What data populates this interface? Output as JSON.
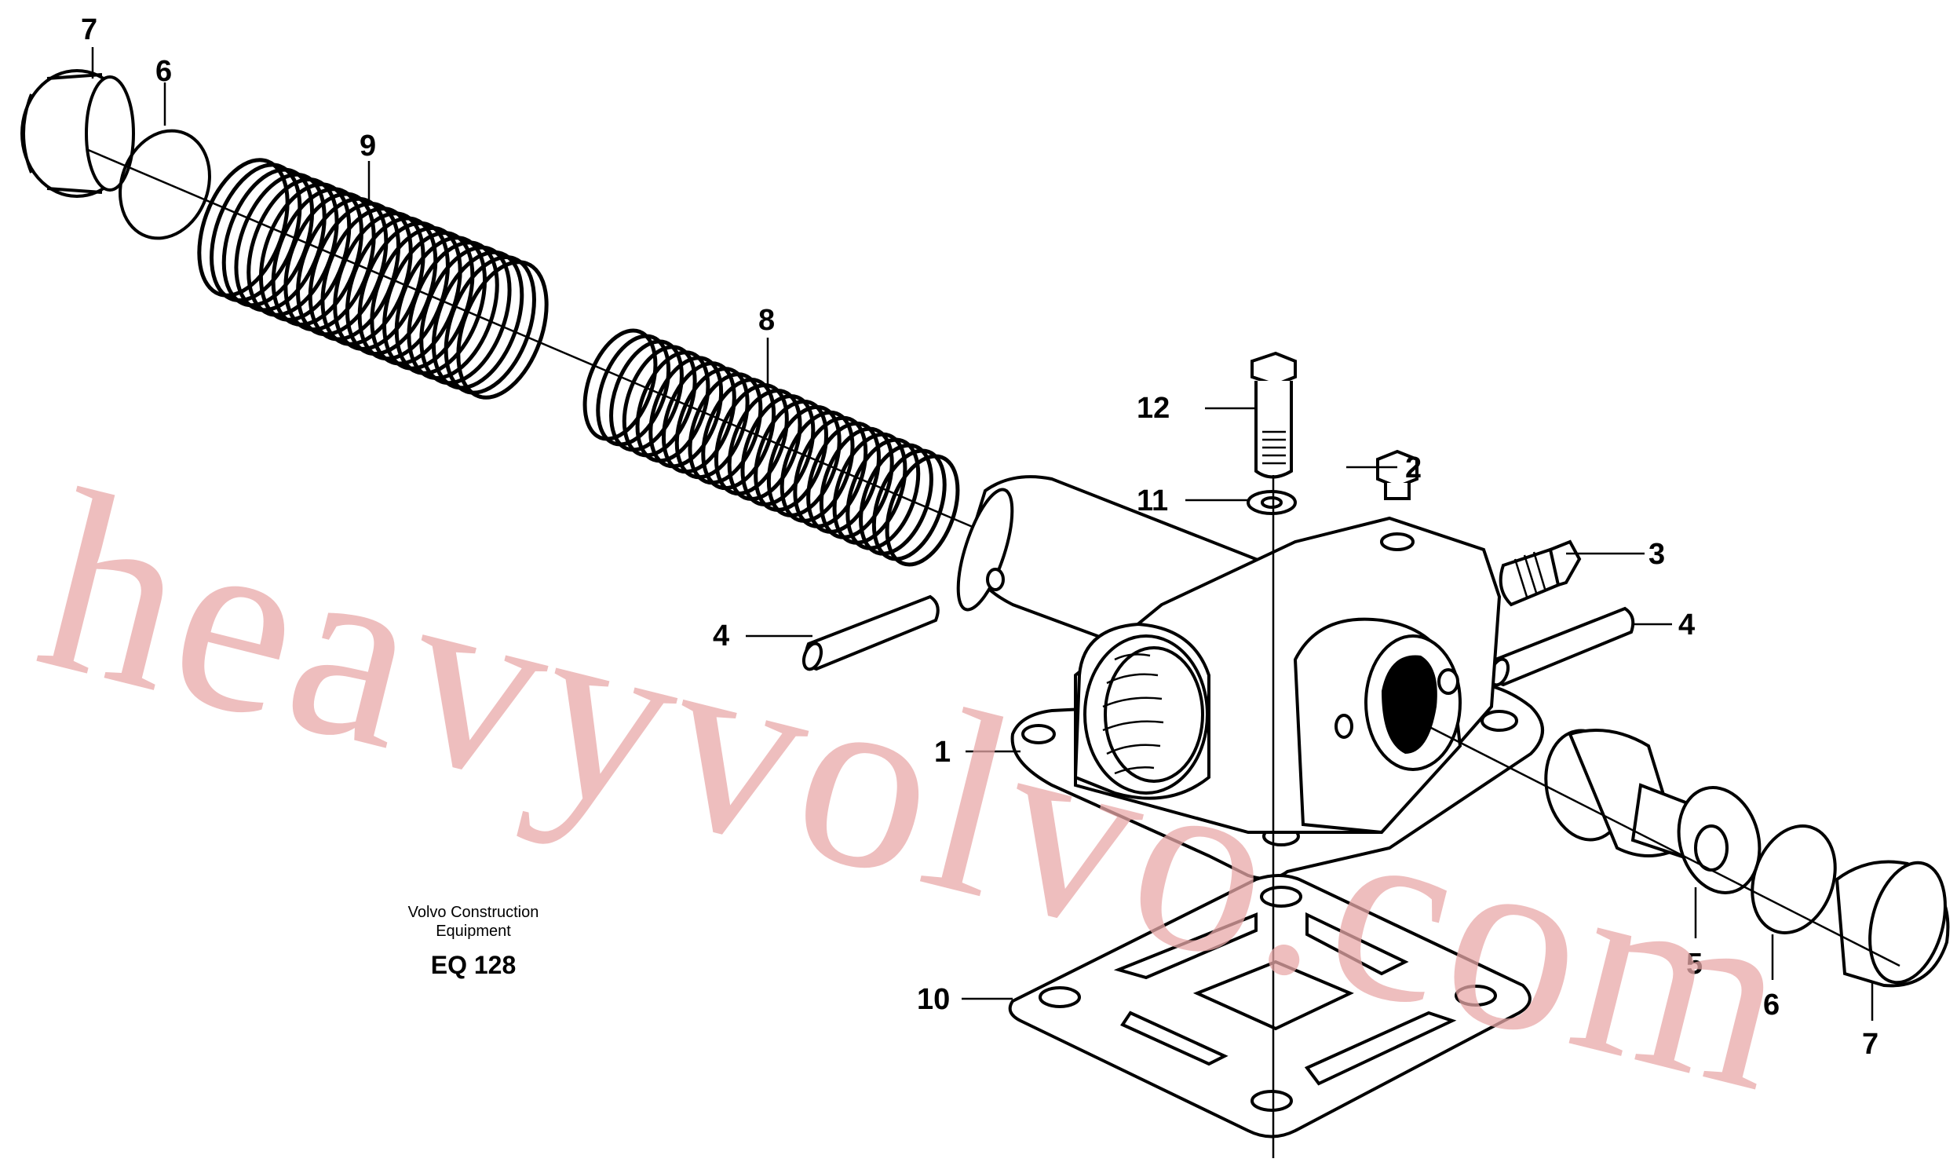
{
  "callouts": {
    "c1": "1",
    "c2": "2",
    "c3": "3",
    "c4a": "4",
    "c4b": "4",
    "c5": "5",
    "c6a": "6",
    "c6b": "6",
    "c7a": "7",
    "c7b": "7",
    "c8": "8",
    "c9": "9",
    "c10": "10",
    "c11": "11",
    "c12": "12"
  },
  "caption": {
    "line1": "Volvo Construction",
    "line2": "Equipment",
    "code": "EQ 128"
  },
  "watermark": "heavyvolvo.com",
  "colors": {
    "line": "#000000",
    "watermark": "#e9a9a9",
    "background": "#ffffff"
  }
}
